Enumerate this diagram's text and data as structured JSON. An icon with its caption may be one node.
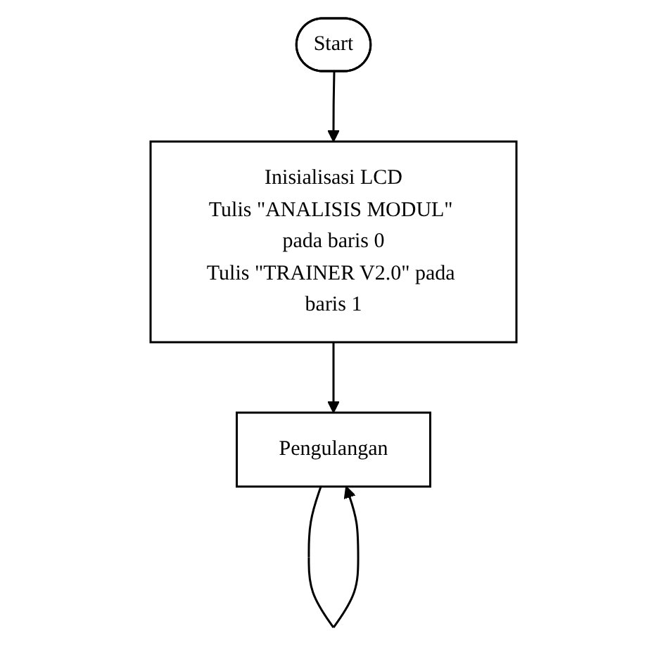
{
  "diagram": {
    "nodes": [
      {
        "text": [
          "Start"
        ]
      },
      {
        "text": [
          "Inisialisasi LCD",
          "Tulis \"ANALISIS MODUL\" pada baris 0",
          "Tulis \"TRAINER V2.0\" pada baris 1"
        ]
      },
      {
        "text": [
          "Pengulangan"
        ]
      }
    ],
    "edges": [
      {
        "from": 0,
        "to": 1,
        "arrow": "to"
      },
      {
        "from": 1,
        "to": 2,
        "arrow": "to"
      },
      {
        "from": 2,
        "to": 2,
        "arrow": "to"
      }
    ]
  }
}
